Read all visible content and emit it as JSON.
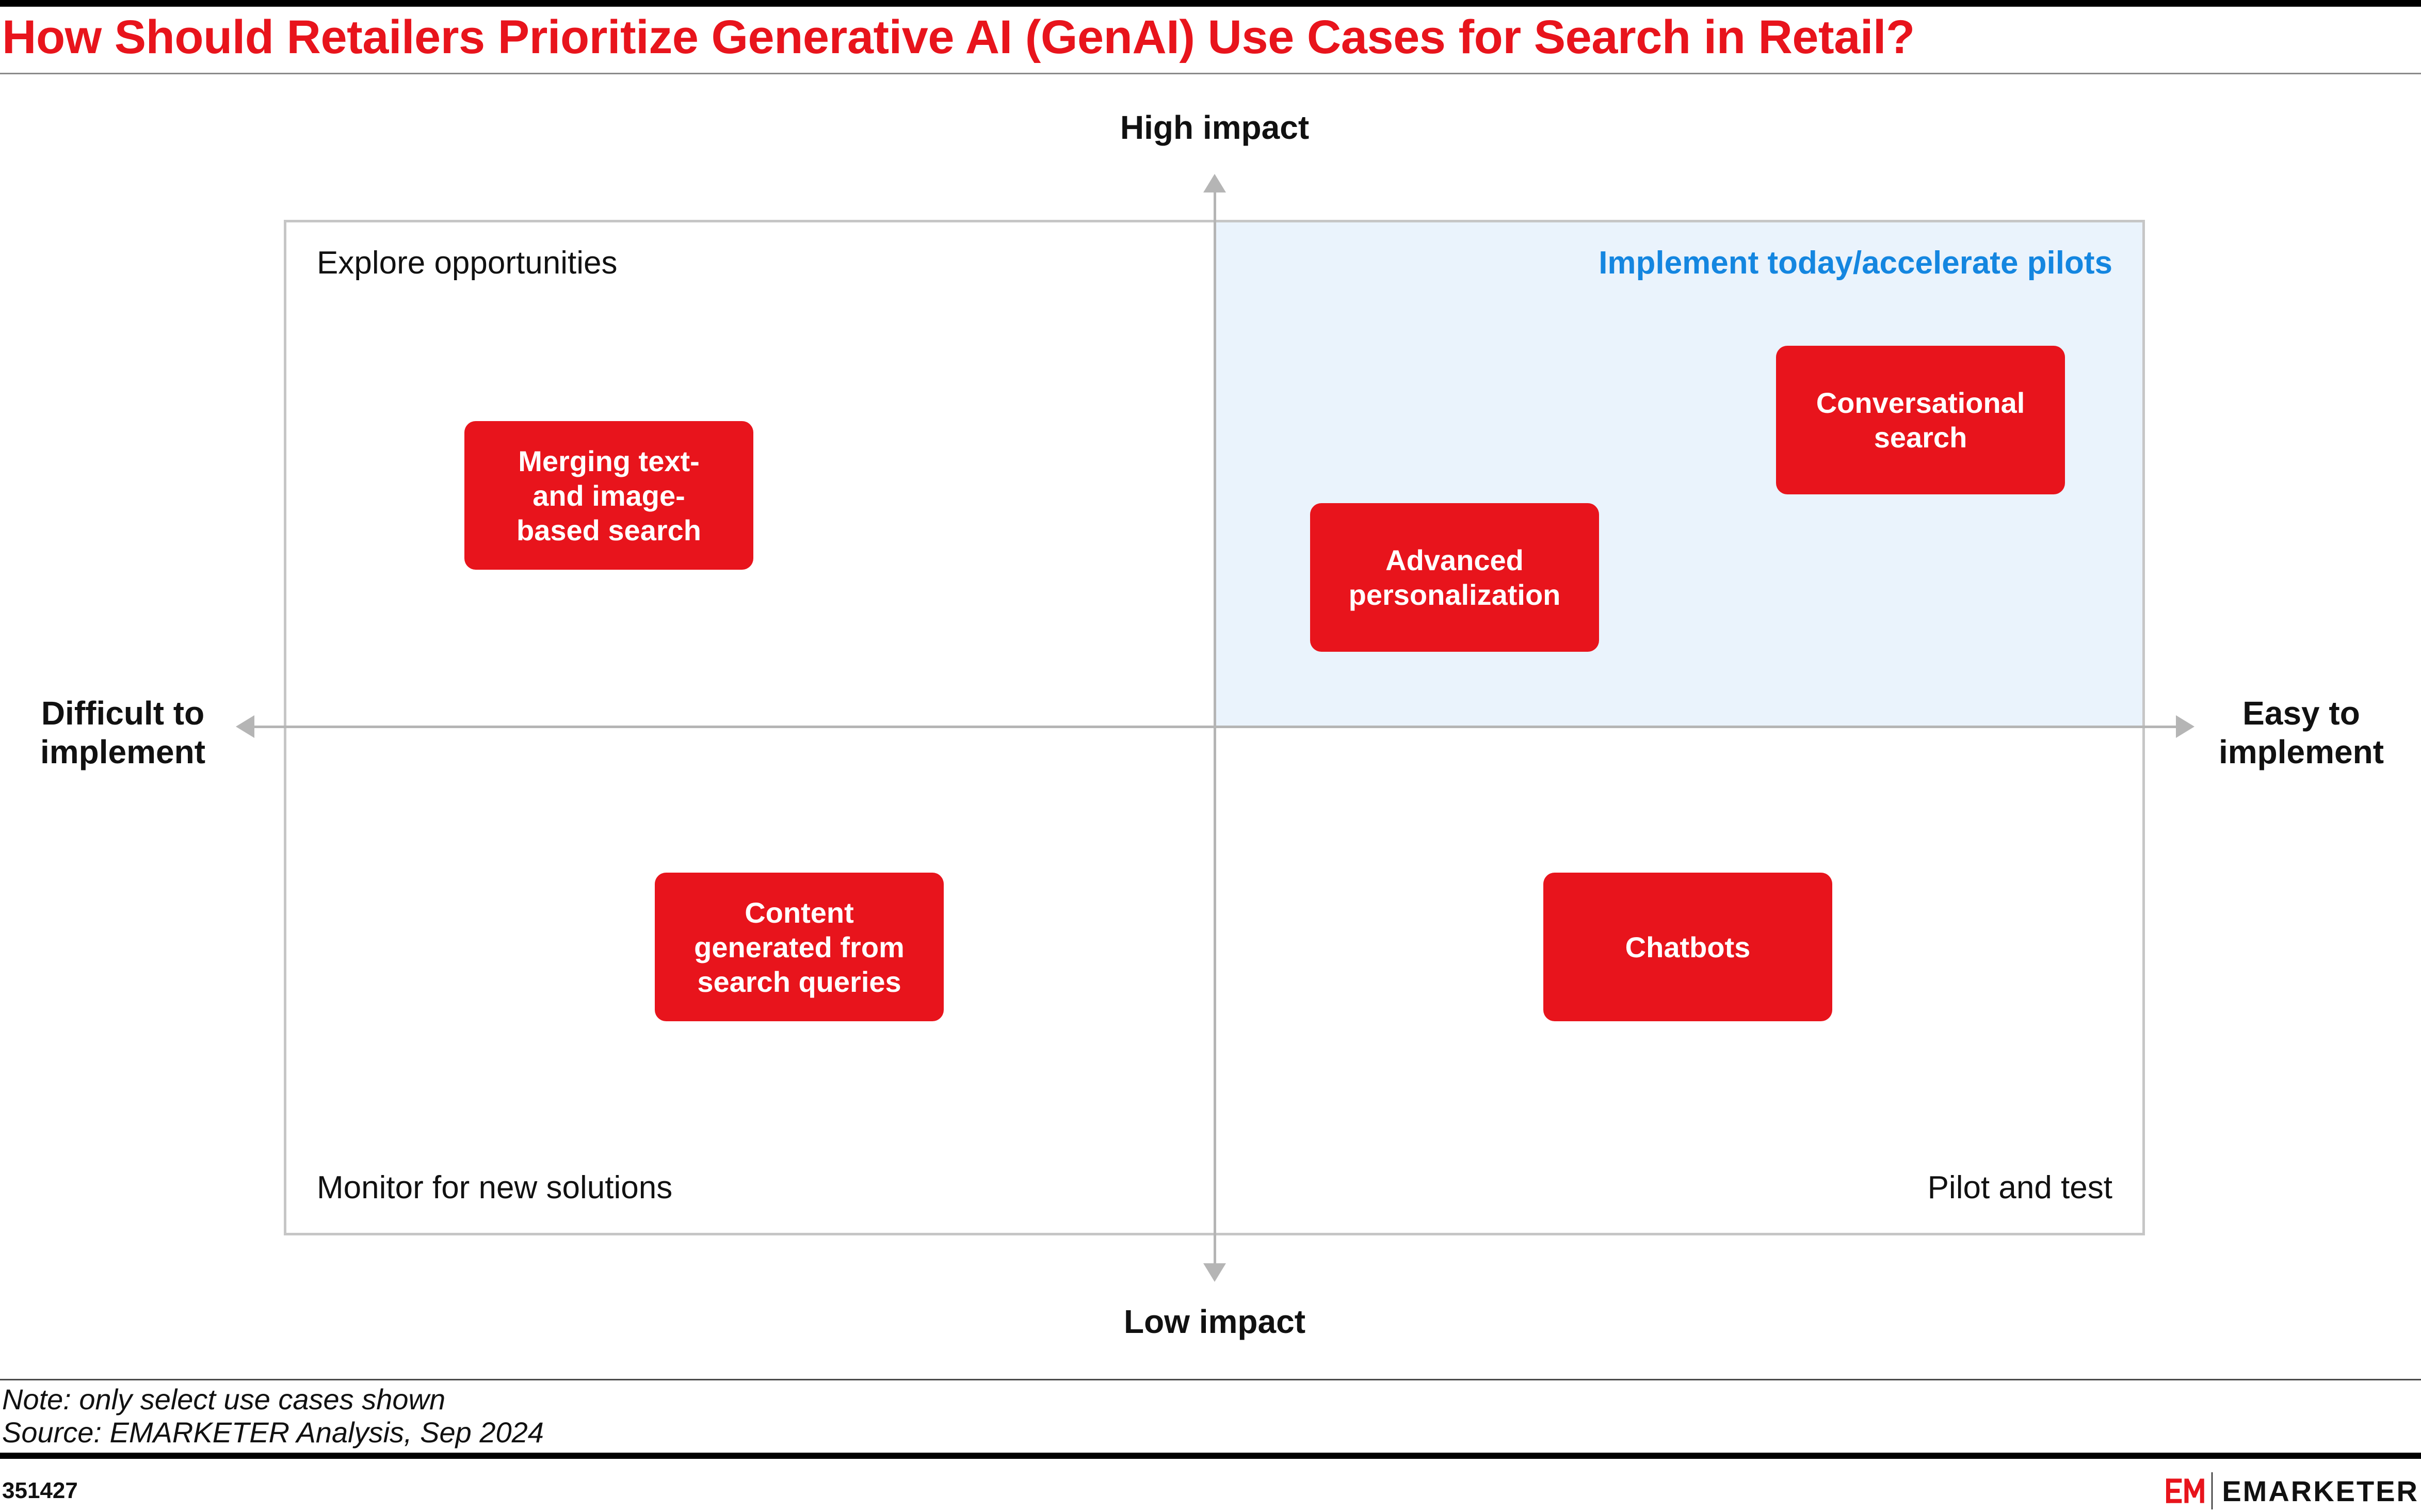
{
  "title": "How Should Retailers Prioritize Generative AI (GenAI) Use Cases for Search in Retail?",
  "axes": {
    "top": "High impact",
    "bottom": "Low impact",
    "left": "Difficult to\nimplement",
    "right": "Easy to\nimplement"
  },
  "quadrants": {
    "top_left": "Explore opportunities",
    "top_right": "Implement today/accelerate pilots",
    "bottom_left": "Monitor for new solutions",
    "bottom_right": "Pilot and test"
  },
  "use_cases": [
    {
      "label": "Merging text-\nand image-\nbased search",
      "quadrant": "top_left"
    },
    {
      "label": "Conversational\nsearch",
      "quadrant": "top_right"
    },
    {
      "label": "Advanced\npersonalization",
      "quadrant": "top_right"
    },
    {
      "label": "Content\ngenerated from\nsearch queries",
      "quadrant": "bottom_left"
    },
    {
      "label": "Chatbots",
      "quadrant": "bottom_right"
    }
  ],
  "footer": {
    "note": "Note: only select use cases shown",
    "source": "Source: EMARKETER Analysis, Sep 2024",
    "chart_id": "351427",
    "brand": "EMARKETER"
  },
  "colors": {
    "brand_red": "#e8141c",
    "highlight_blue": "#1486e0",
    "highlight_fill": "#eaf3fc",
    "axis_gray": "#b5b5b5"
  },
  "icons": {
    "logo": "emarketer-em-logo"
  }
}
